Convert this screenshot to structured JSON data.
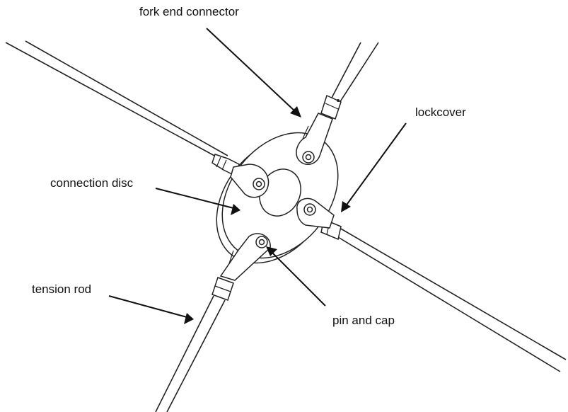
{
  "labels": {
    "fork_end_connector": "fork end connector",
    "lockcover": "lockcover",
    "connection_disc": "connection disc",
    "tension_rod": "tension rod",
    "pin_and_cap": "pin and cap"
  },
  "colors": {
    "line": "#222222",
    "background": "#ffffff"
  }
}
